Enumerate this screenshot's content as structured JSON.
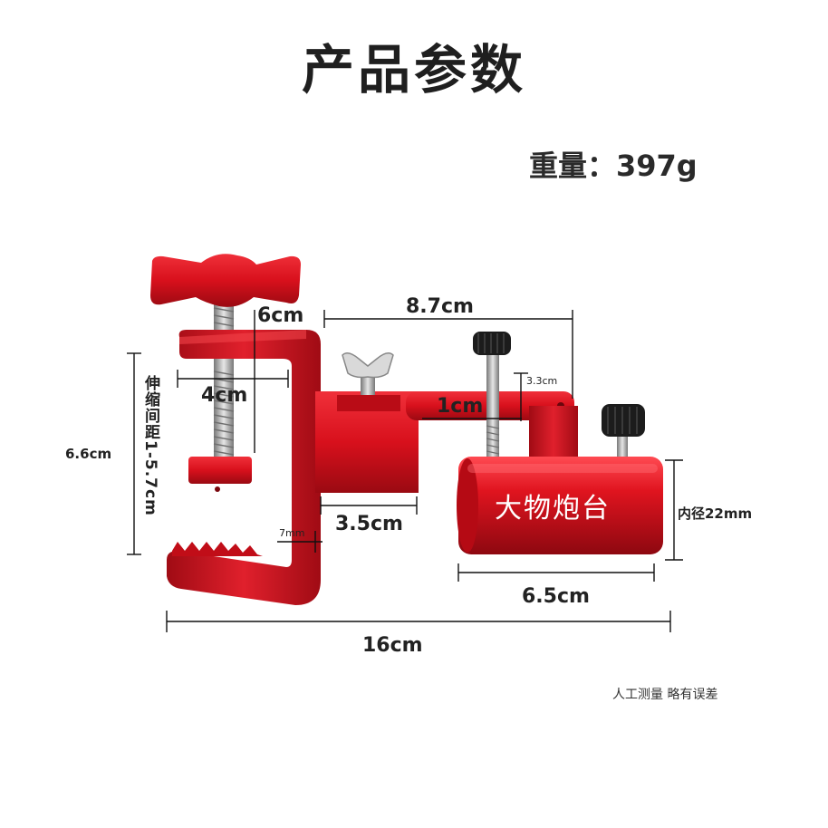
{
  "title": "产品参数",
  "weight": "重量：397g",
  "brand": "大物炮台",
  "dimensions": {
    "clamp_depth": "6cm",
    "clamp_jaw": "4cm",
    "arm_length": "8.7cm",
    "post_height": "3.3cm",
    "arm_offset": "1cm",
    "total_height": "6.6cm",
    "stretch_range": "伸缩间距1-5.7cm",
    "plate_thickness": "7mm",
    "block_width": "3.5cm",
    "inner_diameter": "内径22mm",
    "tube_length": "6.5cm",
    "total_length": "16cm"
  },
  "note": "人工测量 略有误差",
  "colors": {
    "metal_red": "#d8101c",
    "dark_red": "#9a0a12",
    "knob_black": "#1c1c1c",
    "steel": "#b9b9b9"
  }
}
